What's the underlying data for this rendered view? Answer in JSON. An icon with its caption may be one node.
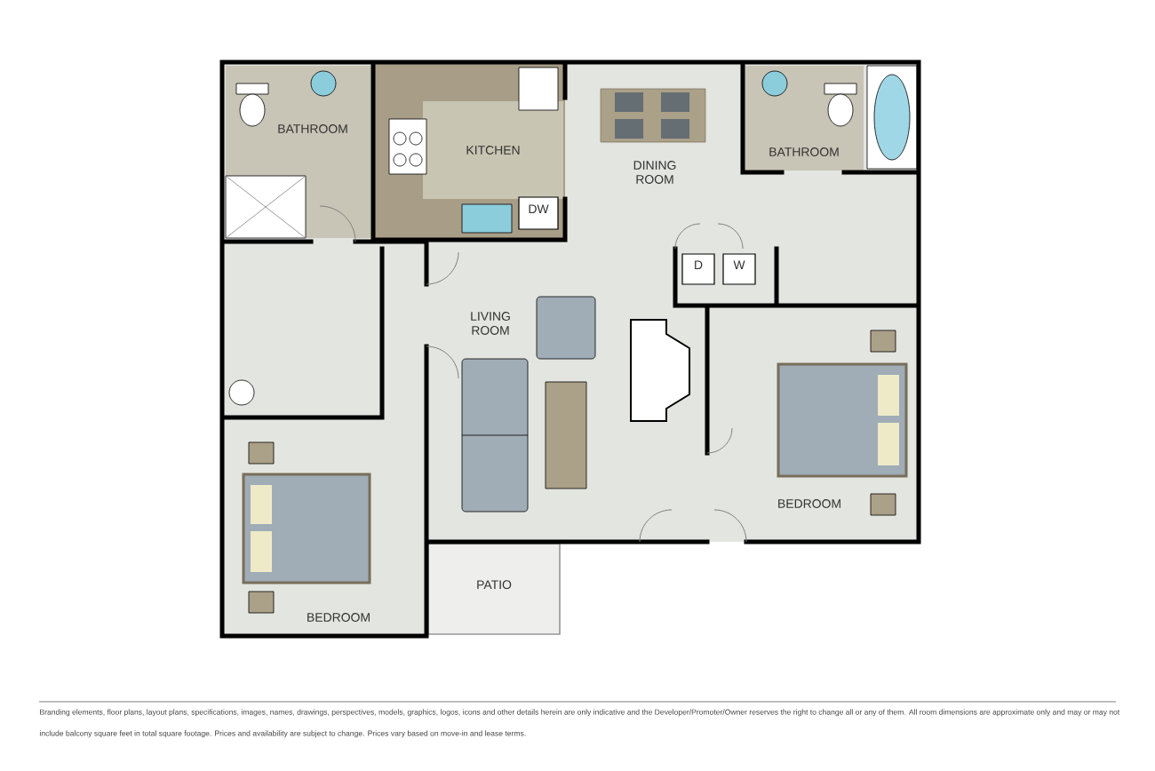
{
  "diagram": {
    "nodes": [
      {
        "text": [
          "BATHROOM"
        ]
      },
      {
        "text": [
          "KITCHEN"
        ]
      },
      {
        "text": [
          "DINING ROOM"
        ]
      },
      {
        "text": [
          "BATHROOM"
        ]
      },
      {
        "text": [
          "LIVING ROOM"
        ]
      },
      {
        "text": [
          "BEDROOM"
        ]
      },
      {
        "text": [
          "BEDROOM"
        ]
      },
      {
        "text": [
          "PATIO"
        ]
      },
      {
        "text": [
          "D"
        ]
      },
      {
        "text": [
          "W"
        ]
      },
      {
        "text": [
          "DW"
        ]
      }
    ],
    "labels": [
      "Branding elements, floor plans, layout plans, specifications, images, names, drawings, perspectives, models, graphics, logos, icons and other details herein are only indicative and the Developer/Promoter/Owner reserves the right to change all or any of them. All room dimensions are approximate only and may or may not include balcony square feet in total square footage. Prices and availability are subject to change. Prices vary based on move-in and lease terms."
    ]
  }
}
